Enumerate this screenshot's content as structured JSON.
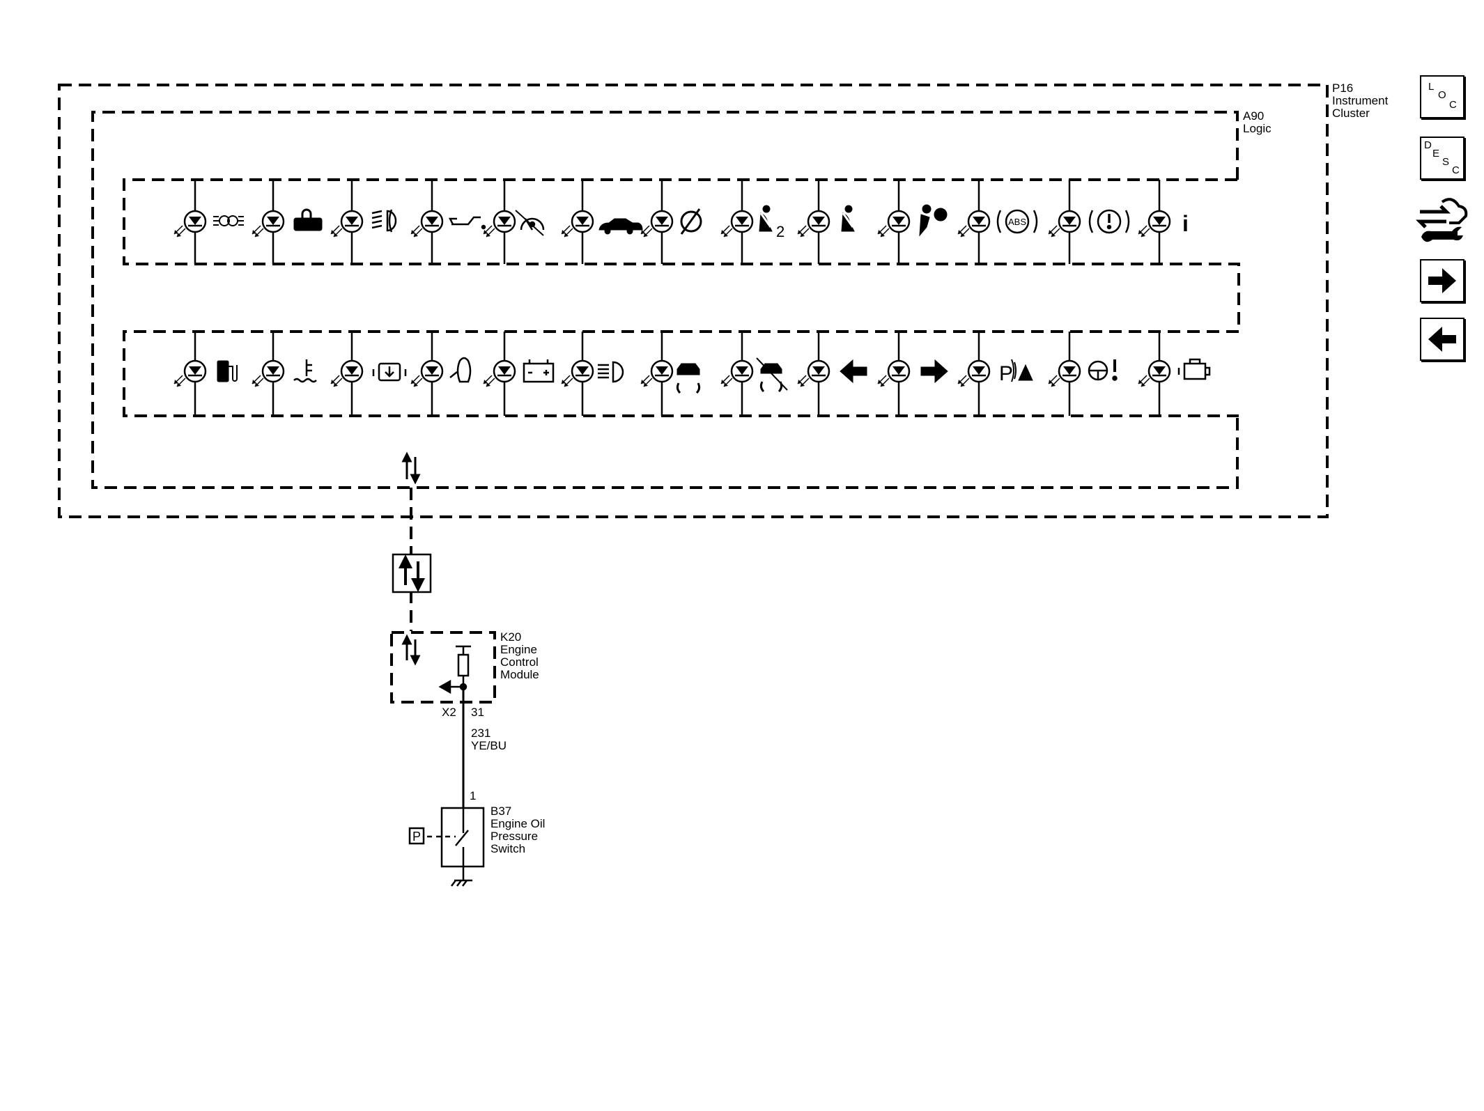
{
  "components": {
    "p16": {
      "ref": "P16",
      "name_1": "Instrument",
      "name_2": "Cluster"
    },
    "a90": {
      "ref": "A90",
      "name_1": "Logic"
    },
    "k20": {
      "ref": "K20",
      "name_1": "Engine",
      "name_2": "Control",
      "name_3": "Module"
    },
    "b37": {
      "ref": "B37",
      "name_1": "Engine Oil",
      "name_2": "Pressure",
      "name_3": "Switch"
    }
  },
  "wire": {
    "connector": "X2",
    "pin": "31",
    "circuit": "231",
    "color": "YE/BU",
    "switch_pin": "1"
  },
  "pressure_symbol": "P",
  "indicators_row1": [
    "exterior-lamps",
    "security",
    "fog-lamp",
    "oil-level",
    "service-vehicle",
    "vehicle-ahead",
    "park-brake",
    "seatbelt-passenger",
    "seatbelt-driver",
    "airbag",
    "abs",
    "brake",
    "information"
  ],
  "indicators_row1_text": {
    "seatbelt_passenger_suffix": "2",
    "abs_text": "ABS",
    "brake_text": "(!)",
    "info_text": "i"
  },
  "indicators_row2": [
    "low-fuel",
    "coolant-temperature",
    "emission",
    "door-ajar",
    "charging-system",
    "high-beam",
    "traction-control",
    "traction-off",
    "turn-left",
    "turn-right",
    "park-assist",
    "power-steering",
    "check-engine"
  ],
  "indicators_row2_text": {
    "park_assist_text": "P"
  },
  "nav": {
    "loc": [
      "L",
      "O",
      "C"
    ],
    "desc": [
      "D",
      "E",
      "S",
      "C"
    ]
  },
  "colors": {
    "ink": "#000000",
    "background": "#ffffff"
  }
}
